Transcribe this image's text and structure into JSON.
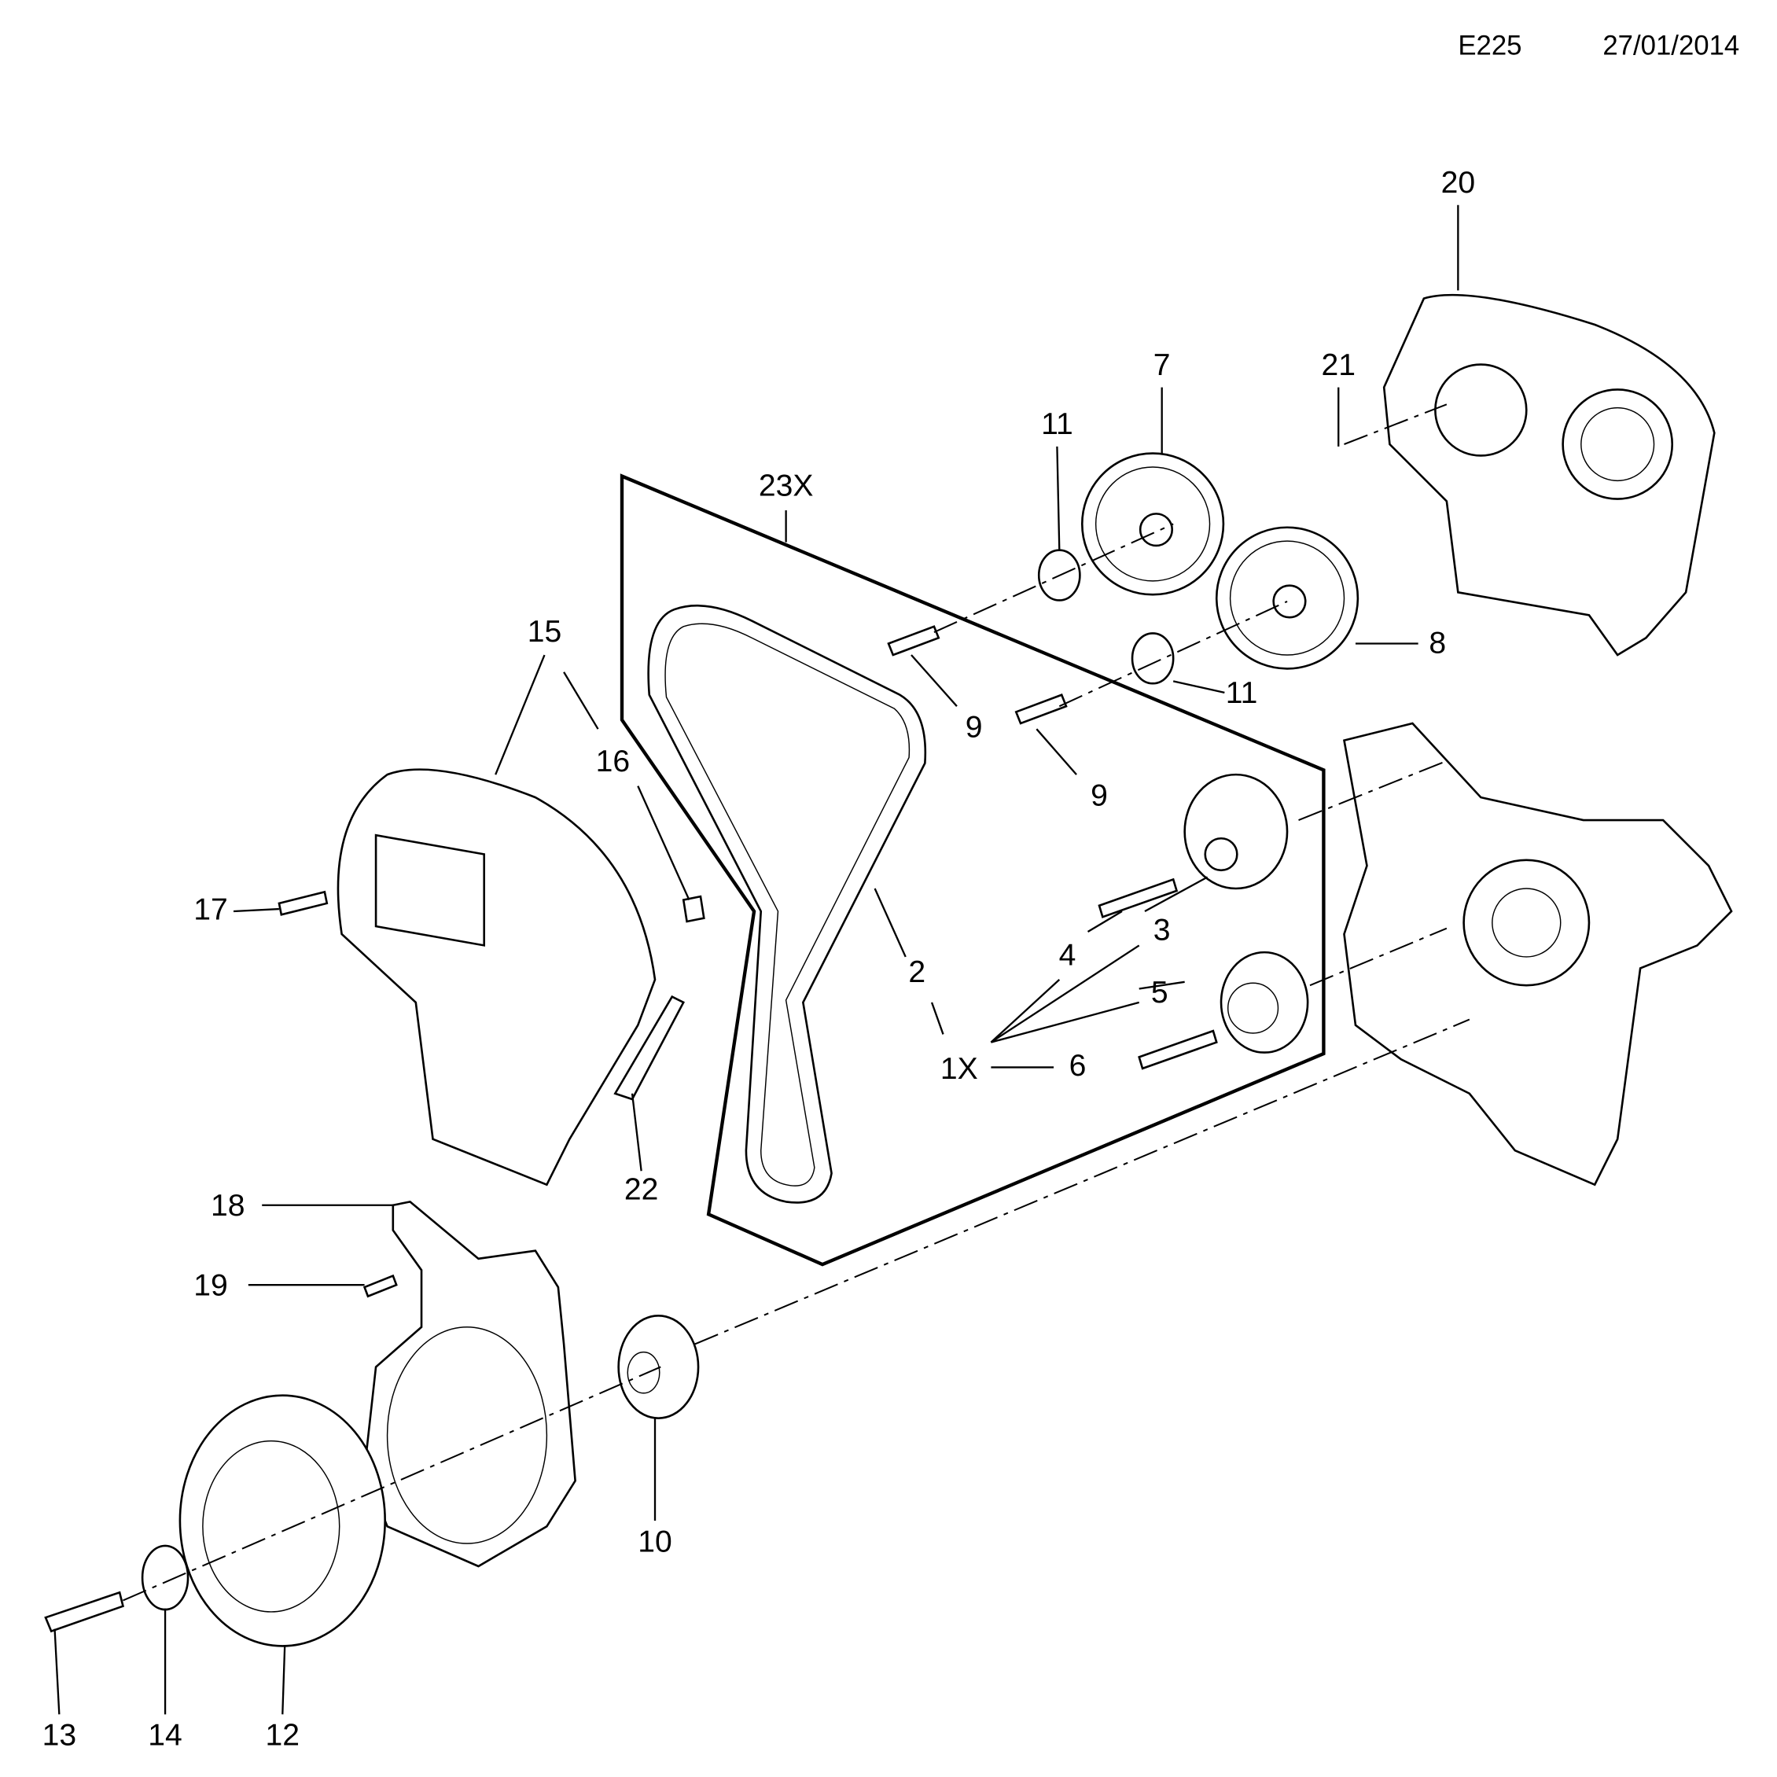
{
  "header": {
    "code": "E225",
    "date": "27/01/2014"
  },
  "callouts": {
    "c20": "20",
    "c21": "21",
    "c7": "7",
    "c11a": "11",
    "c23X": "23X",
    "c8": "8",
    "c11b": "11",
    "c9a": "9",
    "c9b": "9",
    "c15": "15",
    "c16": "16",
    "c17": "17",
    "c3": "3",
    "c4": "4",
    "c2": "2",
    "c5": "5",
    "c1X": "1X",
    "c6": "6",
    "c22": "22",
    "c18": "18",
    "c19": "19",
    "c10": "10",
    "c13": "13",
    "c14": "14",
    "c12": "12"
  }
}
